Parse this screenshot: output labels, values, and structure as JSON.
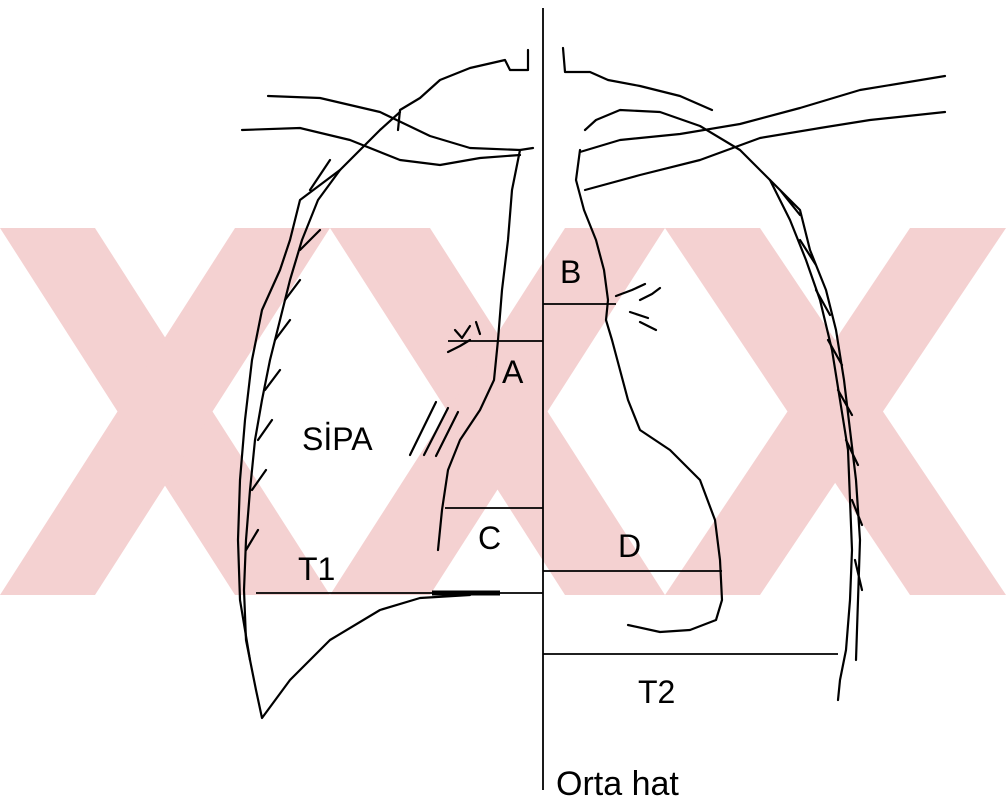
{
  "diagram": {
    "labels": {
      "a": "A",
      "b": "B",
      "c": "C",
      "d": "D",
      "t1": "T1",
      "t2": "T2",
      "sipa": "SİPA",
      "midline": "Orta hat"
    },
    "watermark_color": "#f3c9c9",
    "line_color": "#000000"
  }
}
